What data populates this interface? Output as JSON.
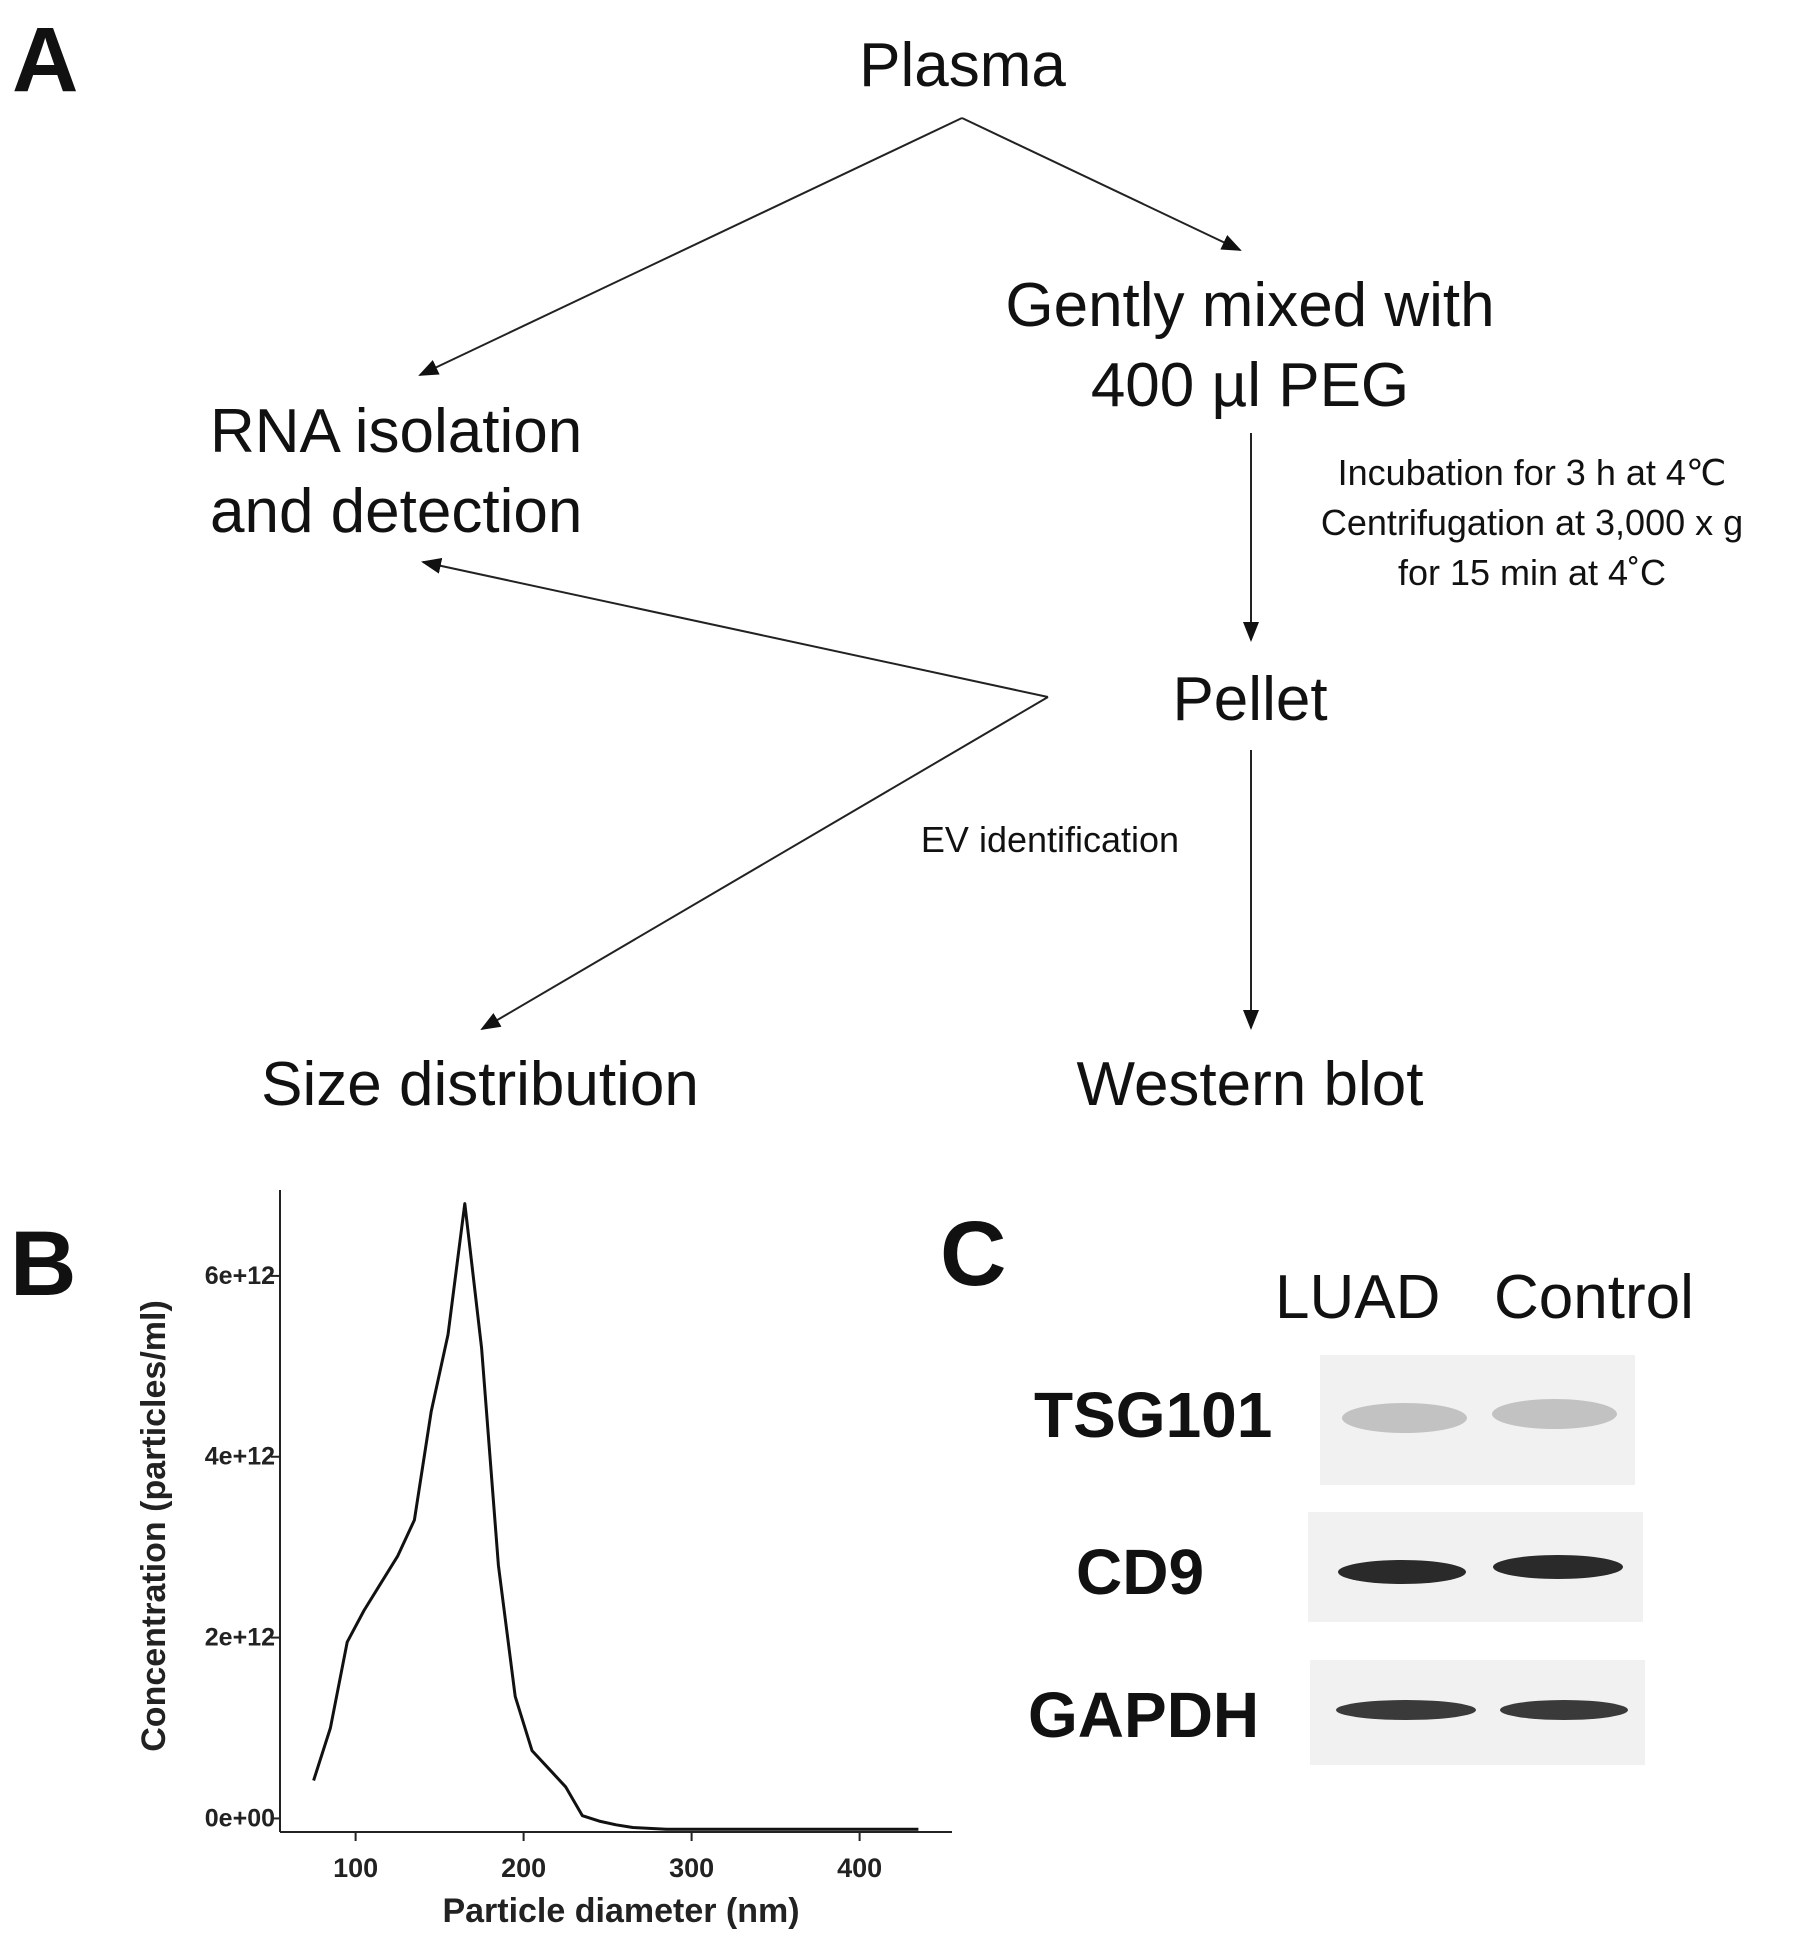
{
  "panels": {
    "a": "A",
    "b": "B",
    "c": "C"
  },
  "flowchart": {
    "plasma": "Plasma",
    "mixed_line1": "Gently mixed with",
    "mixed_line2": "400 µl PEG",
    "rna_line1": "RNA isolation",
    "rna_line2": "and detection",
    "step_line1": "Incubation for 3 h at 4℃",
    "step_line2": "Centrifugation at 3,000 x g",
    "step_line3": "for 15 min at 4˚C",
    "pellet": "Pellet",
    "ev_identification": "EV identification",
    "size_distribution": "Size distribution",
    "western_blot": "Western blot"
  },
  "chart_data": {
    "type": "line",
    "xlabel": "Particle diameter (nm)",
    "ylabel": "Concentration (particles/ml)",
    "xlim": [
      55,
      455
    ],
    "ylim": [
      -150000000000.0,
      6950000000000.0
    ],
    "xticks": [
      100,
      200,
      300,
      400
    ],
    "xtick_labels": [
      "100",
      "200",
      "300",
      "400"
    ],
    "yticks": [
      0,
      2000000000000.0,
      4000000000000.0,
      6000000000000.0
    ],
    "ytick_labels": [
      "0e+00",
      "2e+12",
      "4e+12",
      "6e+12"
    ],
    "grid": false,
    "series": [
      {
        "x": [
          75,
          85,
          95,
          105,
          115,
          125,
          135,
          145,
          155,
          165,
          175,
          185,
          195,
          205,
          215,
          225,
          235,
          245,
          255,
          265,
          285,
          435
        ],
        "y": [
          420000000000.0,
          1000000000000.0,
          1950000000000.0,
          2300000000000.0,
          2600000000000.0,
          2900000000000.0,
          3300000000000.0,
          4500000000000.0,
          5350000000000.0,
          6800000000000.0,
          5200000000000.0,
          2800000000000.0,
          1350000000000.0,
          750000000000.0,
          550000000000.0,
          350000000000.0,
          30000000000.0,
          -30000000000.0,
          -70000000000.0,
          -100000000000.0,
          -120000000000.0,
          -120000000000.0
        ]
      }
    ]
  },
  "western": {
    "lanes": [
      "LUAD",
      "Control"
    ],
    "proteins": [
      "TSG101",
      "CD9",
      "GAPDH"
    ],
    "band_color": "#2a2a2a",
    "background_color": "#f1f1f1"
  }
}
